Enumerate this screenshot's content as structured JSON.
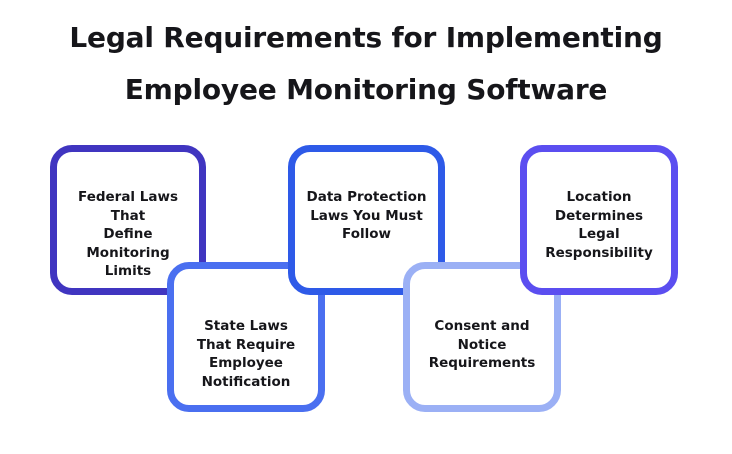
{
  "title": {
    "line1": "Legal Requirements for Implementing",
    "line2": "Employee Monitoring Software"
  },
  "diagram": {
    "type": "staggered-process-boxes",
    "background_color": "#ffffff",
    "text_color": "#16161a",
    "nodes": [
      {
        "id": "node-1",
        "label": "Federal Laws That\nDefine Monitoring\nLimits",
        "color": "#4035c0",
        "row": "top",
        "order": 1
      },
      {
        "id": "node-2",
        "label": "State Laws\nThat Require\nEmployee\nNotification",
        "color": "#4a6ff0",
        "row": "bottom",
        "order": 2
      },
      {
        "id": "node-3",
        "label": "Data Protection\nLaws You Must\nFollow",
        "color": "#2e5ae8",
        "row": "top",
        "order": 3
      },
      {
        "id": "node-4",
        "label": "Consent and\nNotice\nRequirements",
        "color": "#9bb0f5",
        "row": "bottom",
        "order": 4
      },
      {
        "id": "node-5",
        "label": "Location\nDetermines\nLegal\nResponsibility",
        "color": "#5b4ef0",
        "row": "top",
        "order": 5
      }
    ]
  }
}
